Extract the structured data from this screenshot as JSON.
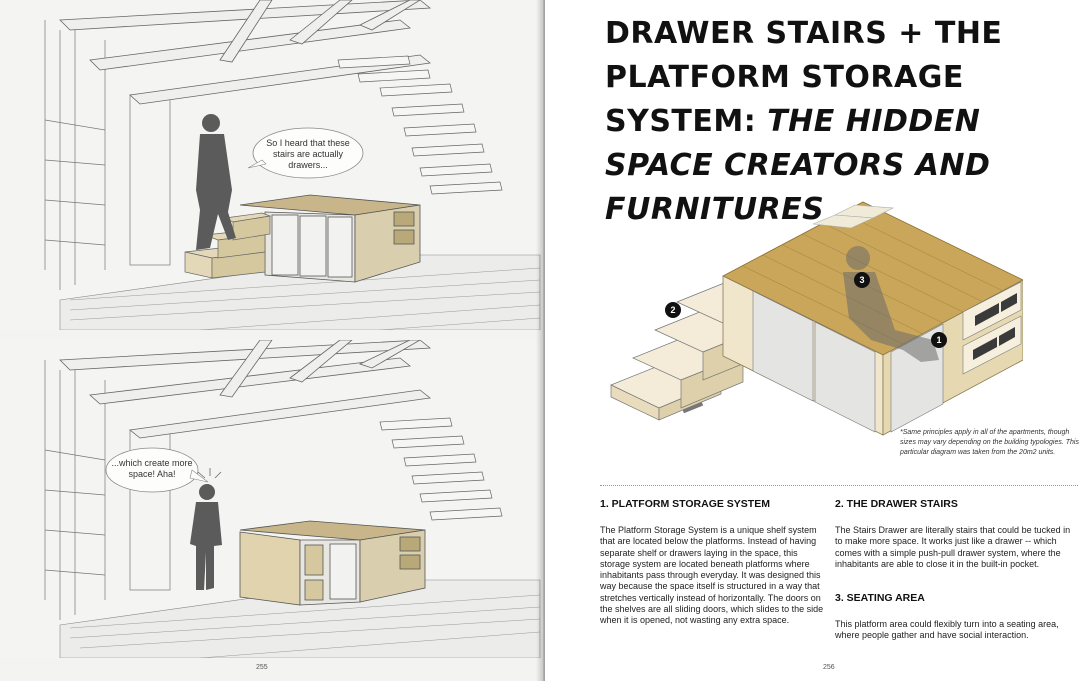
{
  "left_page": {
    "panel_top": {
      "speech": "So I heard that these stairs are actually drawers..."
    },
    "panel_bottom": {
      "speech": "...which create more space! Aha!"
    },
    "page_number": "255"
  },
  "right_page": {
    "title_part1": "Drawer Stairs + The Platform Storage System:",
    "title_part2": "The Hidden Space Creators and Furnitures",
    "diagram": {
      "markers": [
        "1",
        "2",
        "3"
      ]
    },
    "footnote": "*Same principles apply in all of the apartments, though sizes may vary depending on the building typologies. This particular diagram was taken from the 20m2 units.",
    "sections": [
      {
        "heading": "1. PLATFORM STORAGE SYSTEM",
        "body": "The Platform Storage System is a unique shelf system that are located below the platforms. Instead of having separate shelf or drawers laying in the space, this storage system are located beneath platforms where inhabitants pass through everyday. It was designed this way because the space itself is structured in a way that stretches vertically instead of horizontally. The doors on the shelves are all sliding doors, which slides to the side when it is opened, not wasting any extra space."
      },
      {
        "heading": "2. THE DRAWER STAIRS",
        "body": "The  Stairs Drawer are literally stairs that could be tucked in to make more space. It works just like a drawer -- which comes with a simple push-pull drawer system, where the inhabitants are able to close it in the built-in pocket."
      },
      {
        "heading": "3. SEATING AREA",
        "body": "This platform area could flexibly turn into a seating area, where people gather and have social interaction."
      }
    ],
    "page_number": "256"
  }
}
